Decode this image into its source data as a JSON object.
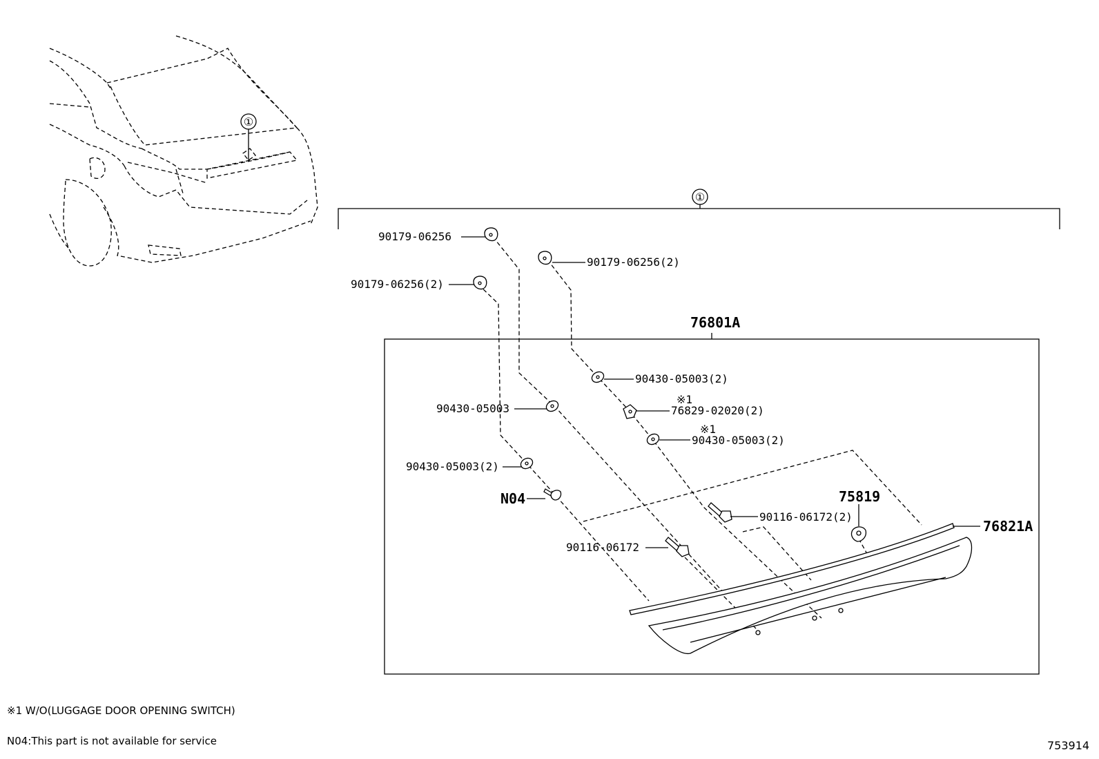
{
  "diagram": {
    "callout_marker": "①",
    "assembly_number": "76801A",
    "parts": {
      "p_90179_06256": "90179-06256",
      "p_90179_06256_2_right": "90179-06256(2)",
      "p_90179_06256_2_left": "90179-06256(2)",
      "p_90430_05003_2_top": "90430-05003(2)",
      "p_90430_05003_mid": "90430-05003",
      "p_76829_02020_2": "76829-02020(2)",
      "p_90430_05003_2_right": "90430-05003(2)",
      "p_90430_05003_2_left": "90430-05003(2)",
      "p_n04": "N04",
      "p_90116_06172": "90116-06172",
      "p_90116_06172_2": "90116-06172(2)",
      "p_75819": "75819",
      "p_76821A": "76821A"
    },
    "note_marks": {
      "mark_a": "※1",
      "mark_b": "※1"
    }
  },
  "footnotes": {
    "note1": "※1 W/O(LUGGAGE DOOR OPENING SWITCH)",
    "note2": "N04:This part is not available for service"
  },
  "illustration_number": "753914"
}
